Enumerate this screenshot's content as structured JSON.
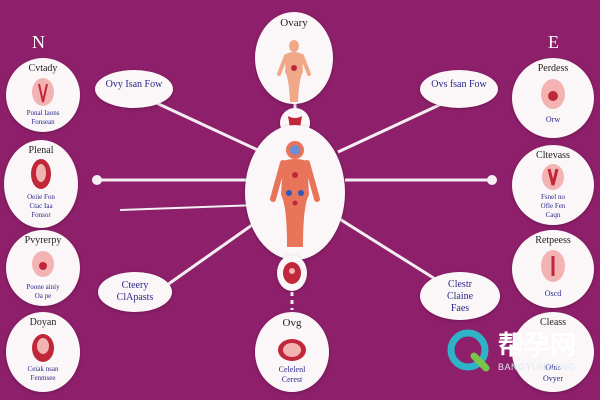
{
  "corners": {
    "left_letter": "N",
    "right_letter": "E"
  },
  "top_center": {
    "label": "Ovary"
  },
  "left_top_oval": {
    "label": "Ovy Isan Fow"
  },
  "right_top_oval": {
    "label": "Ovs fsan Fow"
  },
  "left_bottom_oval": {
    "label_1": "Cteery",
    "label_2": "ClApasts"
  },
  "right_bottom_oval": {
    "label_1": "Clestr",
    "label_2": "Claine",
    "label_3": "Faes"
  },
  "bottom_center": {
    "label": "Ovg",
    "caption_1": "Celelenl",
    "caption_2": "Cerest"
  },
  "left_nodes": [
    {
      "title": "Cvtady",
      "caption_1": "Ponal Iaons",
      "caption_2": "Fonsean"
    },
    {
      "title": "Plenal",
      "caption_1": "Oeiie Fon",
      "caption_2": "Ctac Iaa",
      "caption_3": "Fonsor"
    },
    {
      "title": "Pvyrerpy",
      "caption_1": "Poone ainiy",
      "caption_2": "Oa pe"
    },
    {
      "title": "Doyan",
      "caption_1": "Ceiak nsan",
      "caption_2": "Fenmsee"
    }
  ],
  "right_nodes": [
    {
      "title": "Perdess",
      "caption_1": "Orw"
    },
    {
      "title": "Cltevass",
      "caption_1": "Fsnel no",
      "caption_2": "Ofle Fen",
      "caption_3": "Caqn"
    },
    {
      "title": "Retpeess",
      "caption_1": "Oscd"
    },
    {
      "title": "Cleass",
      "caption_1": "Ofns",
      "caption_2": "Ovyer"
    }
  ],
  "watermark": {
    "logo_text": "帮孕网",
    "sub_text": "BANGYUNWANG"
  },
  "colors": {
    "background": "#8e1f6b",
    "bubble": "#fbf6f8",
    "connector": "#f4eef2",
    "text_blue": "#2a2a8a",
    "organ_red": "#c0283a",
    "skin": "#e8745a",
    "watermark_q": "#2fb3c9"
  }
}
